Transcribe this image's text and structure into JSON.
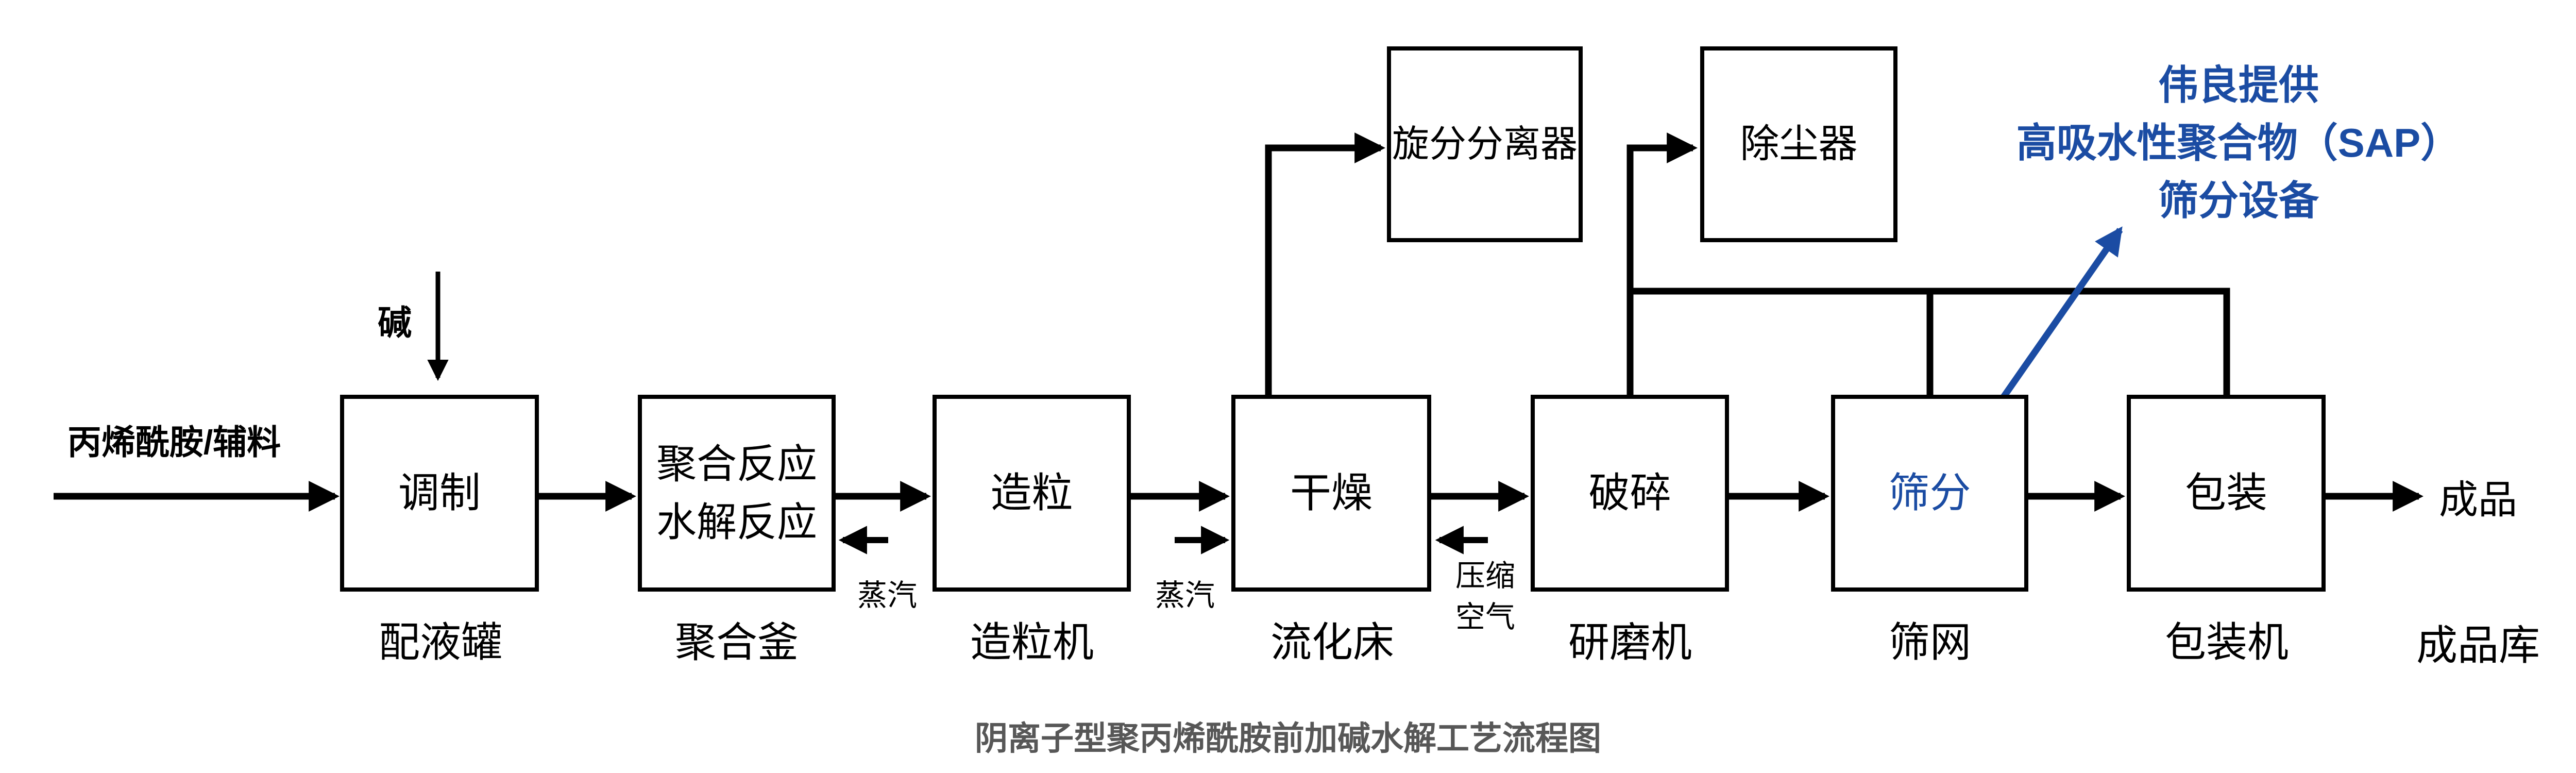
{
  "title": {
    "text": "阴离子型聚丙烯酰胺前加碱水解工艺流程图",
    "color": "#575757"
  },
  "colors": {
    "accent_blue": "#1B4CA3",
    "line_black": "#000000",
    "background": "#ffffff"
  },
  "inputs": {
    "feed_label": "丙烯酰胺/辅料",
    "alkali_label": "碱",
    "steam1_label": "蒸汽",
    "steam2_label": "蒸汽",
    "air_label_line1": "压缩",
    "air_label_line2": "空气"
  },
  "process_boxes": [
    {
      "label": "调制",
      "equipment": "配液罐"
    },
    {
      "label_line1": "聚合反应",
      "label_line2": "水解反应",
      "equipment": "聚合釜"
    },
    {
      "label": "造粒",
      "equipment": "造粒机"
    },
    {
      "label": "干燥",
      "equipment": "流化床"
    },
    {
      "label": "破碎",
      "equipment": "研磨机"
    },
    {
      "label": "筛分",
      "equipment": "筛网"
    },
    {
      "label": "包装",
      "equipment": "包装机"
    }
  ],
  "top_boxes": [
    {
      "label": "旋分分离器"
    },
    {
      "label": "除尘器"
    }
  ],
  "output": {
    "product_label": "成品",
    "warehouse_label": "成品库"
  },
  "annotation": {
    "line1": "伟良提供",
    "line2": "高吸水性聚合物（SAP）",
    "line3": "筛分设备"
  }
}
